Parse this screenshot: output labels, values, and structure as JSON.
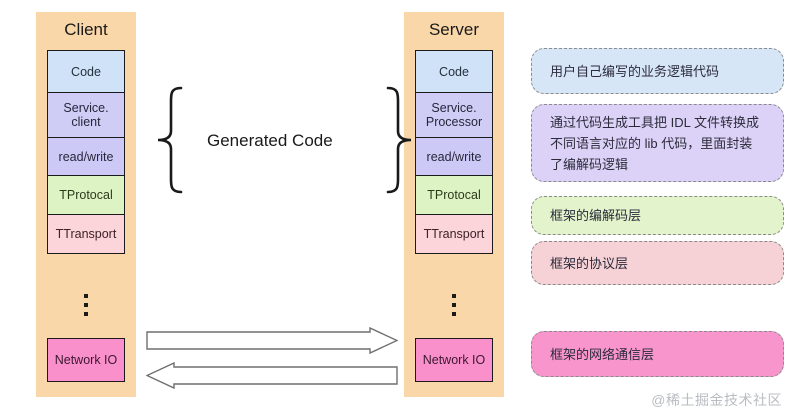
{
  "diagram": {
    "title": "Thrift RPC Client/Server layered architecture",
    "center_label": "Generated Code",
    "watermark": "@稀土掘金技术社区",
    "colors": {
      "column_bg": "#fad7a8",
      "code": "#cfe2f8",
      "service": "#cfcdf5",
      "readwrite": "#cdc9f7",
      "protocol": "#ddf3c4",
      "transport": "#fbd5da",
      "network": "#f98fcb",
      "note_blue": "#d6e6f7",
      "note_purple": "#dcd2f7",
      "note_green": "#e3f4cd",
      "note_red": "#f6d2d6",
      "note_pink": "#f995cd",
      "border": "#1a1a1a"
    }
  },
  "client": {
    "title": "Client",
    "layers": [
      {
        "label": "Code"
      },
      {
        "label": "Service.\nclient"
      },
      {
        "label": "read/write"
      },
      {
        "label": "TProtocal"
      },
      {
        "label": "TTransport"
      }
    ],
    "ellipsis": "⋮",
    "network": "Network IO"
  },
  "server": {
    "title": "Server",
    "layers": [
      {
        "label": "Code"
      },
      {
        "label": "Service.\nProcessor"
      },
      {
        "label": "read/write"
      },
      {
        "label": "TProtocal"
      },
      {
        "label": "TTransport"
      }
    ],
    "ellipsis": "⋮",
    "network": "Network IO"
  },
  "notes": [
    {
      "text": "用户自己编写的业务逻辑代码"
    },
    {
      "text": "通过代码生成工具把 IDL 文件转换成不同语言对应的 lib 代码，里面封装了编解码逻辑"
    },
    {
      "text": "框架的编解码层"
    },
    {
      "text": "框架的协议层"
    },
    {
      "text": "框架的网络通信层"
    }
  ],
  "arrows": [
    {
      "direction": "right"
    },
    {
      "direction": "left"
    }
  ]
}
